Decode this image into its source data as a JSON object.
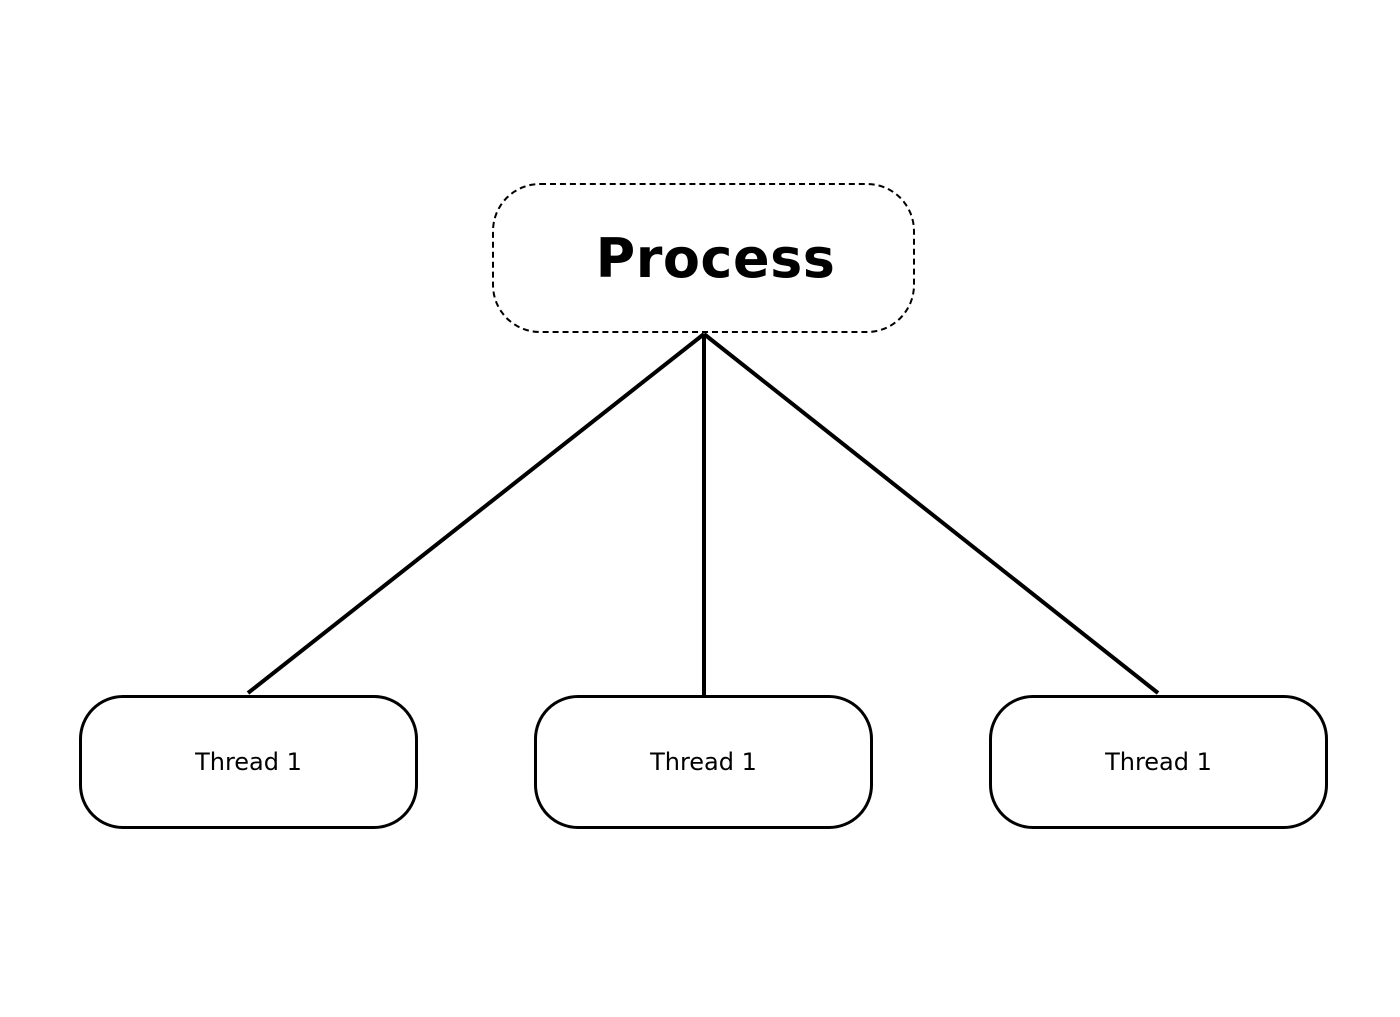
{
  "diagram": {
    "root": {
      "label": "Process"
    },
    "children": [
      {
        "label": "Thread 1"
      },
      {
        "label": "Thread 1"
      },
      {
        "label": "Thread 1"
      }
    ],
    "colors": {
      "background": "#ffffff",
      "stroke": "#000000",
      "text": "#000000"
    }
  }
}
